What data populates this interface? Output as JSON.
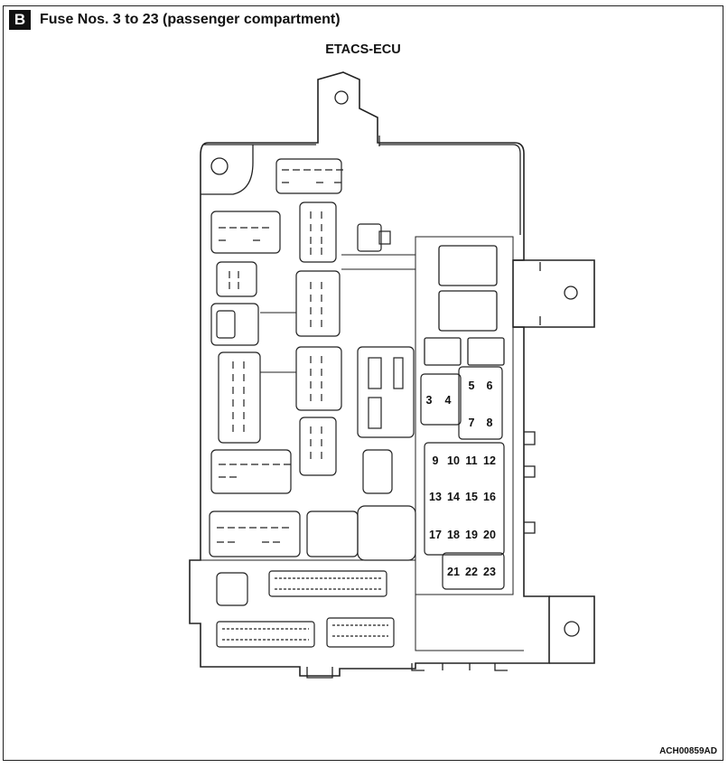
{
  "section": {
    "badge": "B",
    "title": "Fuse Nos. 3 to 23 (passenger compartment)"
  },
  "component_label": "ETACS-ECU",
  "figure_code": "ACH00859AD",
  "fuses": [
    {
      "num": "3"
    },
    {
      "num": "4"
    },
    {
      "num": "5"
    },
    {
      "num": "6"
    },
    {
      "num": "7"
    },
    {
      "num": "8"
    },
    {
      "num": "9"
    },
    {
      "num": "10"
    },
    {
      "num": "11"
    },
    {
      "num": "12"
    },
    {
      "num": "13"
    },
    {
      "num": "14"
    },
    {
      "num": "15"
    },
    {
      "num": "16"
    },
    {
      "num": "17"
    },
    {
      "num": "18"
    },
    {
      "num": "19"
    },
    {
      "num": "20"
    },
    {
      "num": "21"
    },
    {
      "num": "22"
    },
    {
      "num": "23"
    }
  ]
}
